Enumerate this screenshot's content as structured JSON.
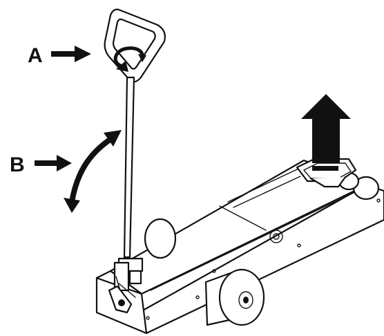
{
  "labels": {
    "a": "A",
    "b": "B"
  },
  "colors": {
    "line": "#111111",
    "background": "#ffffff"
  },
  "icons": {
    "pointer_arrow": "right-arrow",
    "pump_arrow": "curved-double-arrow",
    "rotate_arrow": "circular-arrow",
    "lift_arrow": "up-arrow"
  }
}
